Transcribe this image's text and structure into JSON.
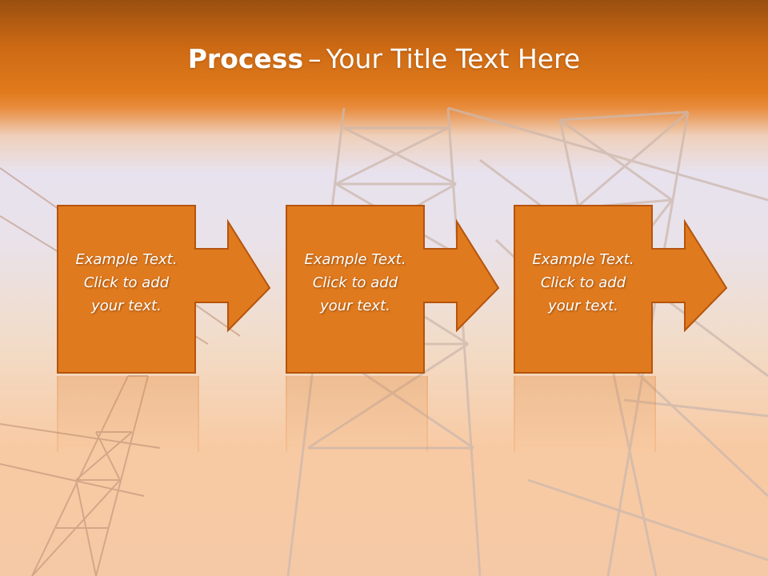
{
  "slide": {
    "title_bold": "Process",
    "title_separator": "–",
    "title_rest": "Your Title Text Here"
  },
  "steps": [
    {
      "line1": "Example Text.",
      "line2": "Click  to add",
      "line3": "your text."
    },
    {
      "line1": "Example Text.",
      "line2": "Click  to add",
      "line3": "your text."
    },
    {
      "line1": "Example Text.",
      "line2": "Click  to add",
      "line3": "your text."
    }
  ],
  "colors": {
    "box_fill": "#e07a1e",
    "box_stroke": "#b5540d",
    "title_bar": "#d8701a",
    "text": "#ffffff"
  },
  "icons": [
    "arrow-right-icon"
  ]
}
